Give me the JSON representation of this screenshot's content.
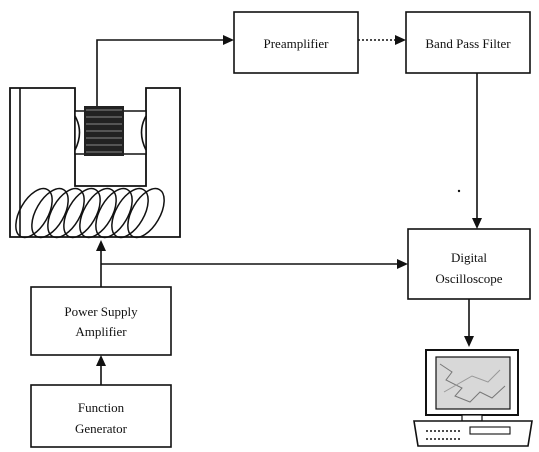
{
  "blocks": {
    "preamplifier": "Preamplifier",
    "band_pass_filter": "Band Pass Filter",
    "digital_oscilloscope": [
      "Digital",
      "Oscilloscope"
    ],
    "power_supply_amplifier": [
      "Power Supply",
      "Amplifier"
    ],
    "function_generator": [
      "Function",
      "Generator"
    ]
  }
}
